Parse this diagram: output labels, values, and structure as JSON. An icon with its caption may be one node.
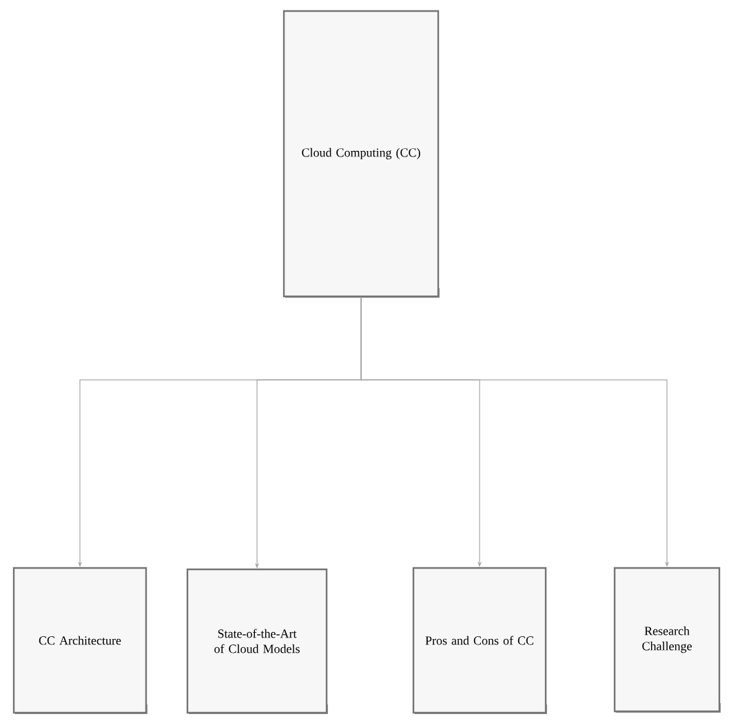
{
  "diagram": {
    "nodes": [
      {
        "text": [
          "Cloud Computing (CC)"
        ]
      },
      {
        "text": [
          "CC Architecture"
        ]
      },
      {
        "text": [
          "State-of-the-Art of Cloud Models"
        ]
      },
      {
        "text": [
          "Pros and Cons of CC"
        ]
      },
      {
        "text": [
          "Research Challenge"
        ]
      }
    ],
    "edges": [
      {
        "from": 0,
        "to": 1,
        "arrow": "to"
      },
      {
        "from": 0,
        "to": 2,
        "arrow": "to"
      },
      {
        "from": 0,
        "to": 3,
        "arrow": "to"
      },
      {
        "from": 0,
        "to": 4,
        "arrow": "to"
      }
    ]
  }
}
